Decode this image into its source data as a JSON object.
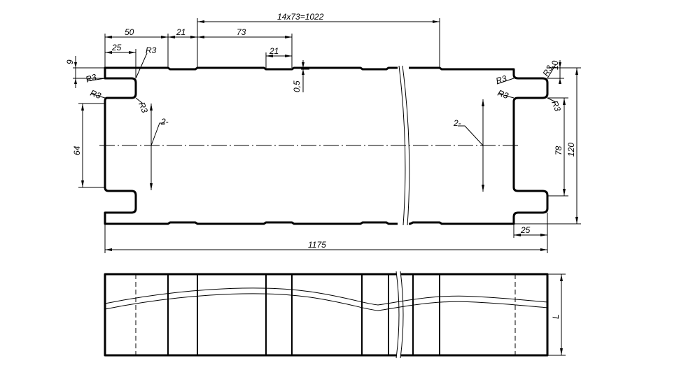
{
  "drawing": {
    "dimensions": {
      "total_length": "1175",
      "pitch_total": "14x73=1022",
      "end_50": "50",
      "end_25": "25",
      "gap_21": "21",
      "pitch_73": "73",
      "groove_21": "21",
      "groove_depth": "0,5",
      "top_offset": "9",
      "height_64": "64",
      "height_78": "78",
      "height_120": "120",
      "right_25": "25",
      "right_10": "10",
      "side_view_length": "L"
    },
    "radii": {
      "left_top": "R3",
      "left_mid": "R3",
      "left_outer": "R3",
      "left_bottom": "R3",
      "right_top": "R3",
      "right_mid": "R3",
      "right_outer": "R3",
      "right_bottom": "R3"
    },
    "callouts": {
      "left": "2-",
      "right": "2-"
    }
  }
}
